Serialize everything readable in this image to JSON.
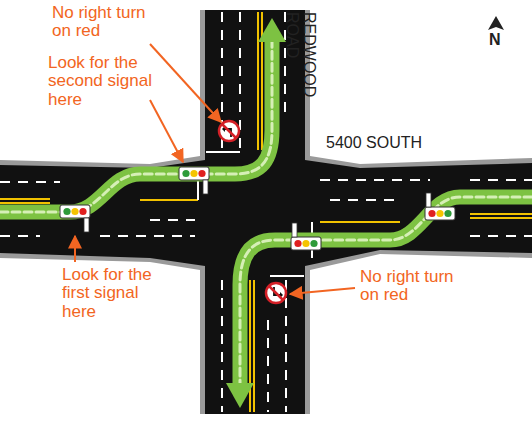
{
  "diagram": {
    "labels": [
      "No right turn on red",
      "Look for the second signal here",
      "Look for the first signal here",
      "No right turn on red",
      "REDWOOD ROAD",
      "5400 SOUTH",
      "N"
    ]
  }
}
